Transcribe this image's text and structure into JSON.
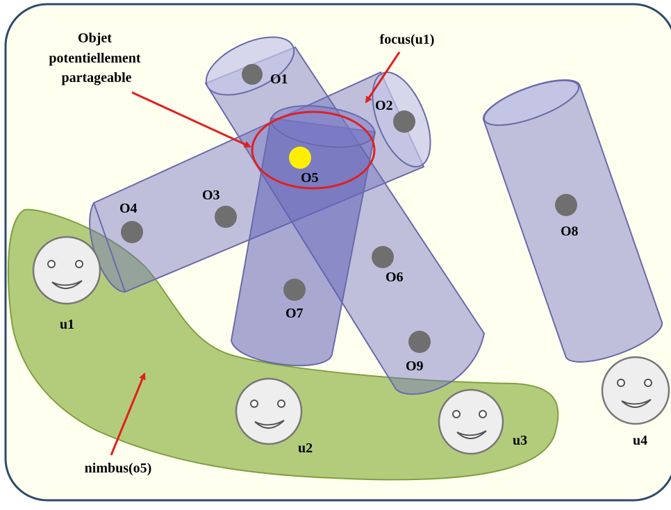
{
  "colors": {
    "background": "#fffff0",
    "border": "#2e4a6b",
    "cylinder_fill": "#7070c0",
    "cylinder_stroke": "#6a6aa8",
    "nimbus_fill": "#99bb55",
    "nimbus_stroke": "#7ea040",
    "object_dot": "#6f6f6f",
    "highlight_dot": "#ffee00",
    "annotation": "#e02020",
    "face_fill": "#eeeeee",
    "face_stroke": "#777777"
  },
  "annotations": {
    "shareable_object": [
      "Objet",
      "potentiellement",
      "partageable"
    ],
    "focus": "focus(u1)",
    "nimbus": "nimbus(o5)"
  },
  "objects": {
    "o1": "O1",
    "o2": "O2",
    "o3": "O3",
    "o4": "O4",
    "o5": "O5",
    "o6": "O6",
    "o7": "O7",
    "o8": "O8",
    "o9": "O9"
  },
  "users": {
    "u1": "u1",
    "u2": "u2",
    "u3": "u3",
    "u4": "u4"
  }
}
